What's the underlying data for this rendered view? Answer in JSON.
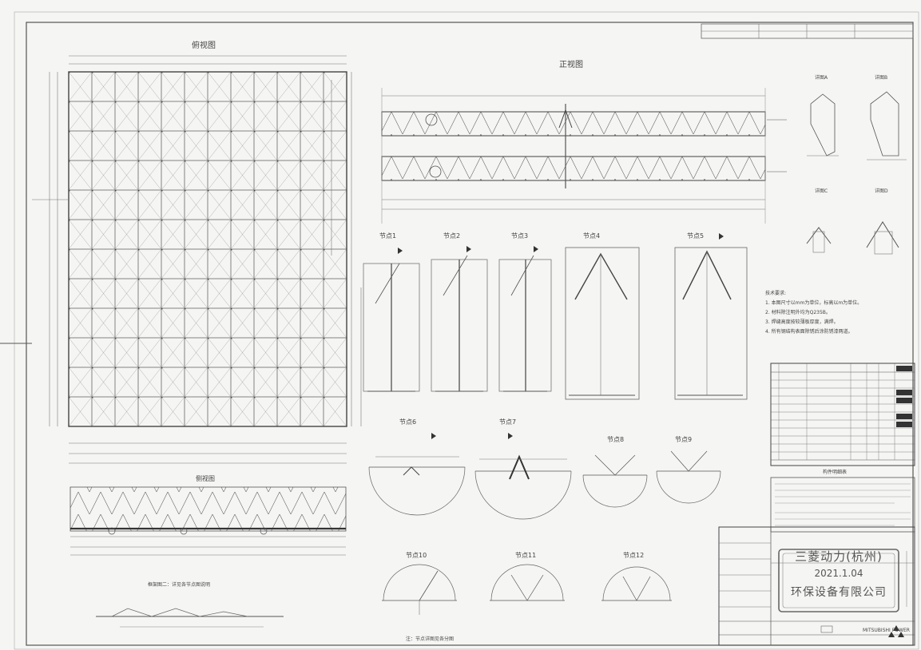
{
  "drawing": {
    "main_view_title": "俯视图",
    "section_views": [
      "正视图",
      "侧视图"
    ],
    "detail_views": [
      "节点1",
      "节点2",
      "节点3",
      "节点4",
      "节点5"
    ],
    "joint_views": [
      "节点6",
      "节点7",
      "节点8",
      "节点9",
      "节点10",
      "节点11",
      "节点12"
    ],
    "small_details": [
      "详图A",
      "详图B",
      "详图C",
      "详图D"
    ],
    "notes_title": "技术要求:",
    "notes": [
      "1. 本图尺寸以mm为单位，标高以m为单位。",
      "2. 材料除注明外均为Q235B。",
      "3. 焊缝高度按较薄板厚度，满焊。",
      "4. 所有钢结构表面除锈后涂防锈漆两道。"
    ],
    "bottom_note": "框架图二：详见各节点图说明",
    "bottom_left_caption": "注：节点详图见各分图",
    "member_table_header": "构件明细表",
    "stamp": {
      "line1": "三菱动力(杭州)",
      "line2": "2021.1.04",
      "line3": "环保设备有限公司"
    },
    "brand": "MITSUBISHI POWER"
  }
}
